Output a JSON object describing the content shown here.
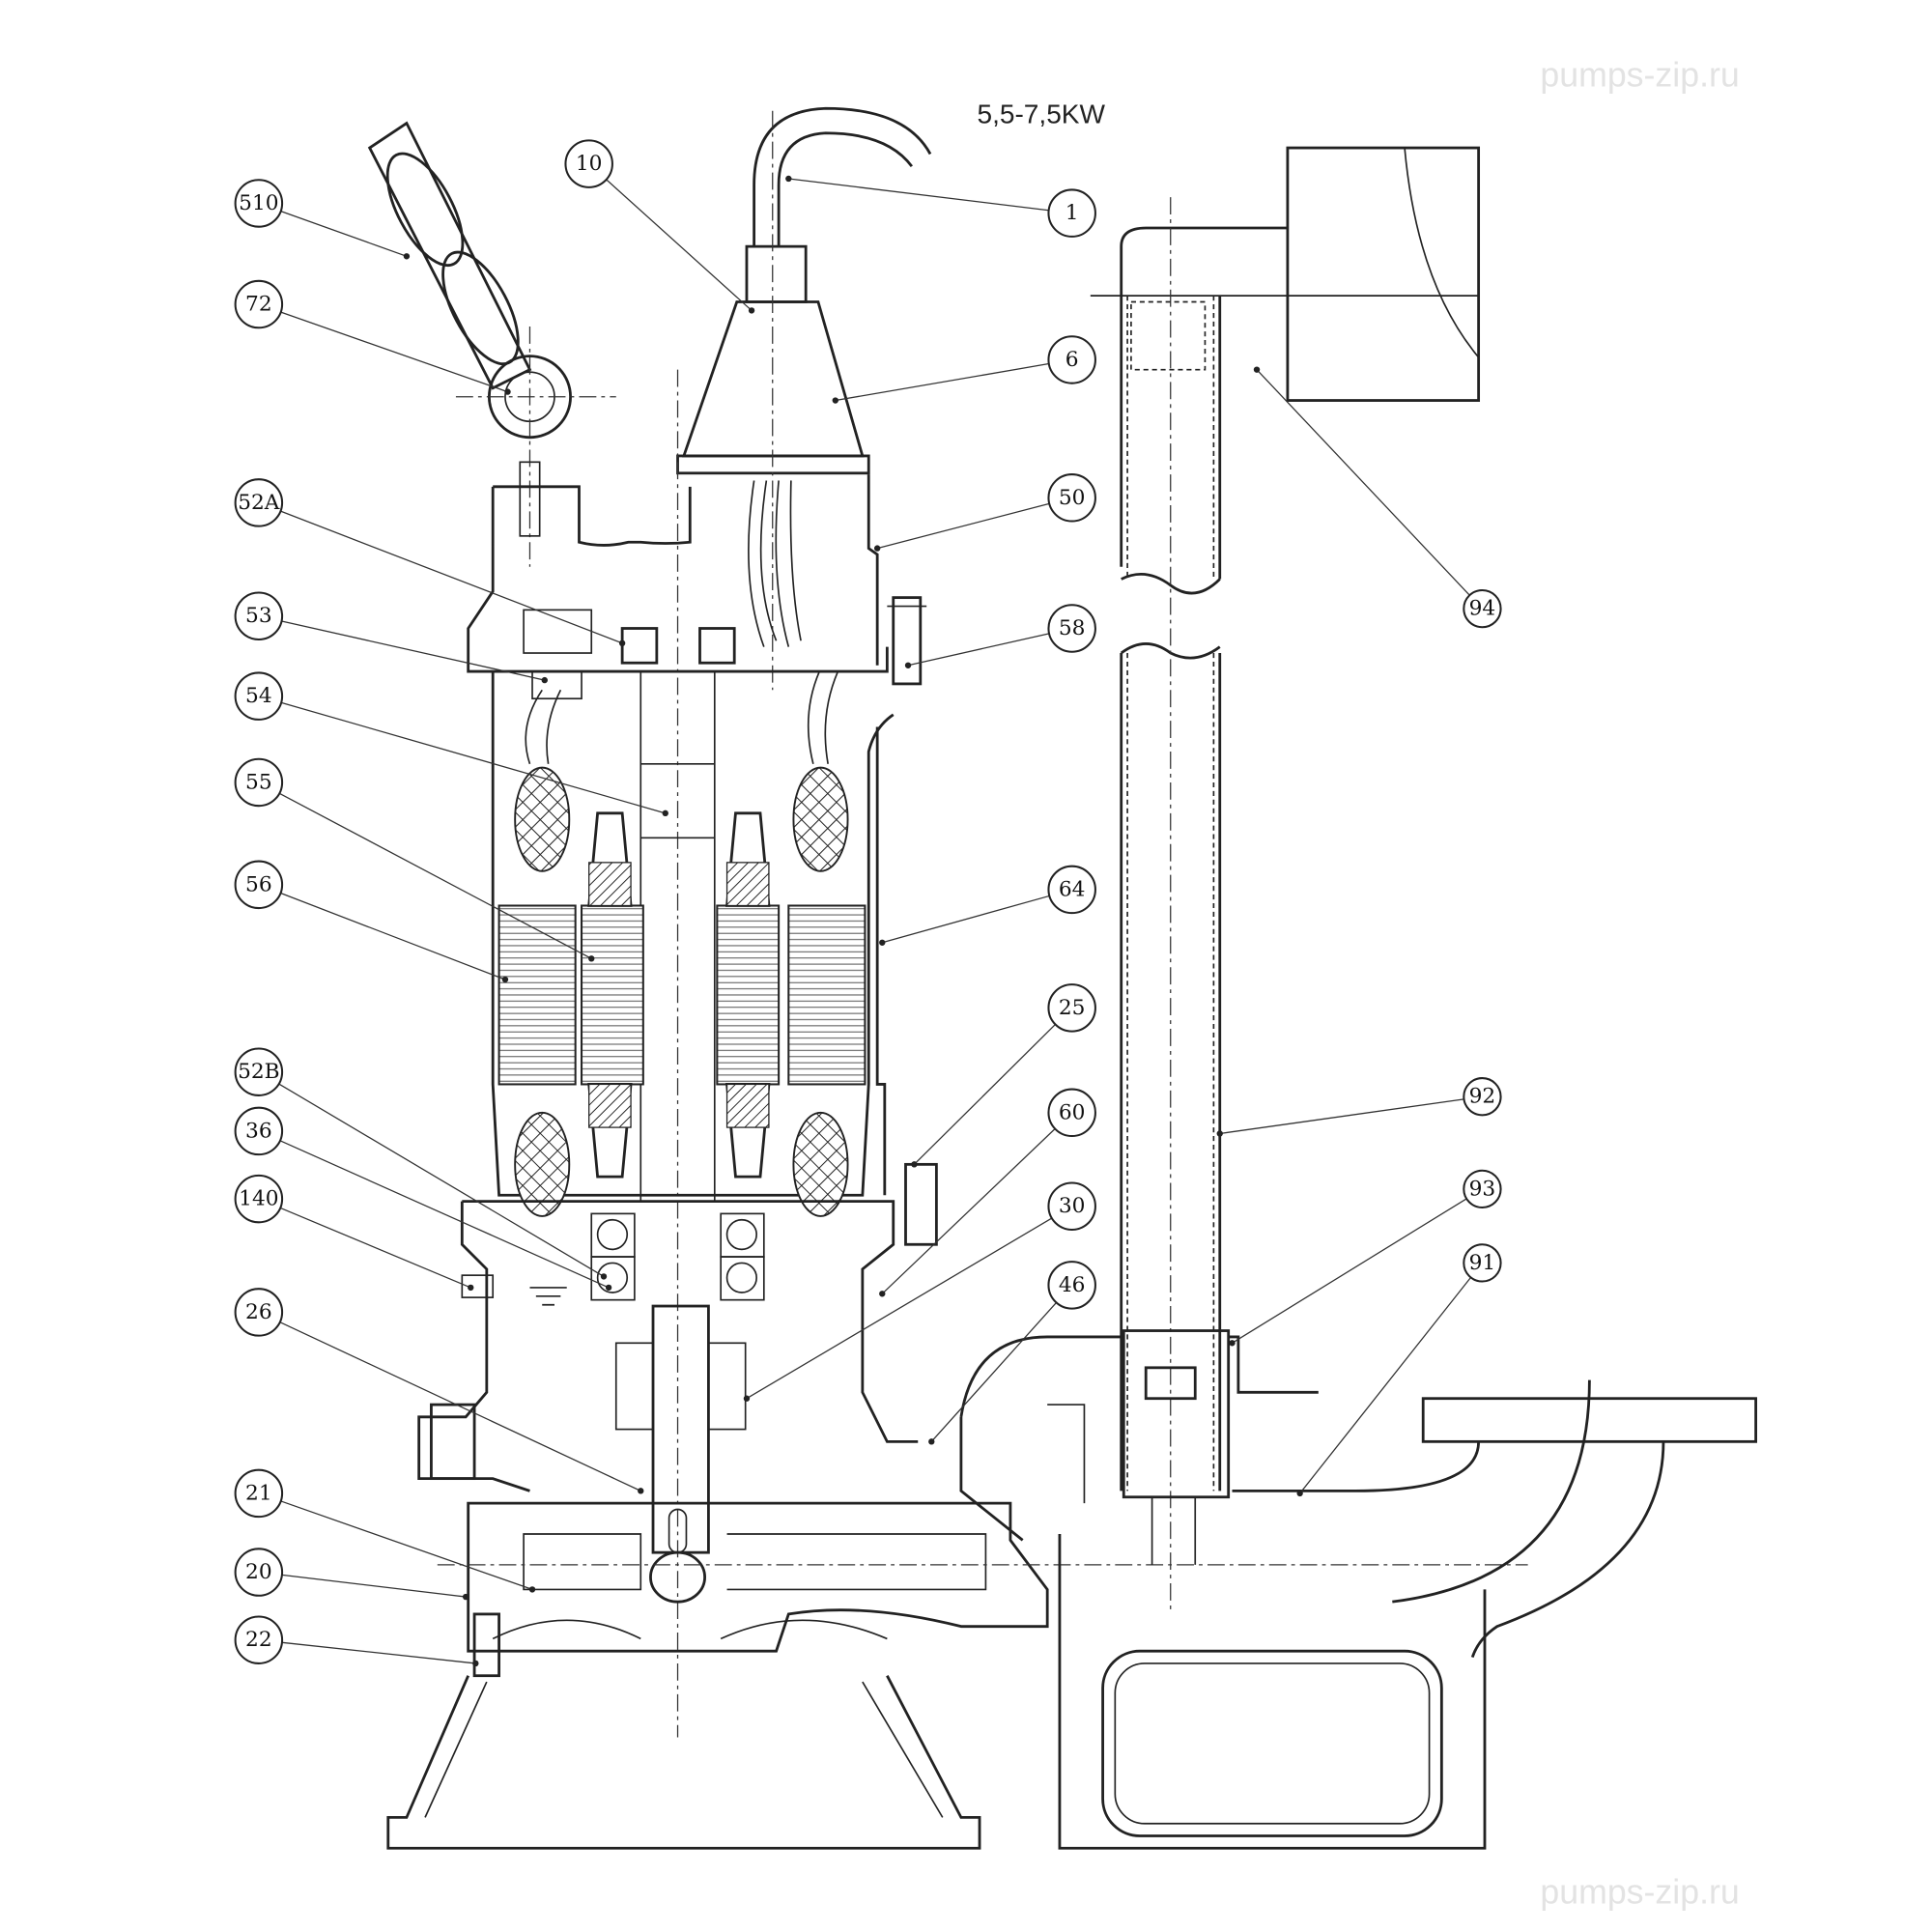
{
  "title": "5,5-7,5KW",
  "watermark": "pumps-zip.ru",
  "colors": {
    "line": "#222222",
    "watermark": "#e3e3e3"
  },
  "callouts": [
    {
      "label": "510",
      "side": "left"
    },
    {
      "label": "72",
      "side": "left"
    },
    {
      "label": "52A",
      "side": "left"
    },
    {
      "label": "53",
      "side": "left"
    },
    {
      "label": "54",
      "side": "left"
    },
    {
      "label": "55",
      "side": "left"
    },
    {
      "label": "56",
      "side": "left"
    },
    {
      "label": "52B",
      "side": "left"
    },
    {
      "label": "36",
      "side": "left"
    },
    {
      "label": "140",
      "side": "left"
    },
    {
      "label": "26",
      "side": "left"
    },
    {
      "label": "21",
      "side": "left"
    },
    {
      "label": "20",
      "side": "left"
    },
    {
      "label": "22",
      "side": "left"
    },
    {
      "label": "10",
      "side": "top"
    },
    {
      "label": "1",
      "side": "right"
    },
    {
      "label": "6",
      "side": "right"
    },
    {
      "label": "50",
      "side": "right"
    },
    {
      "label": "58",
      "side": "right"
    },
    {
      "label": "64",
      "side": "right"
    },
    {
      "label": "25",
      "side": "right"
    },
    {
      "label": "60",
      "side": "right"
    },
    {
      "label": "30",
      "side": "right"
    },
    {
      "label": "46",
      "side": "right"
    },
    {
      "label": "94",
      "side": "far-right"
    },
    {
      "label": "92",
      "side": "far-right"
    },
    {
      "label": "93",
      "side": "far-right"
    },
    {
      "label": "91",
      "side": "far-right"
    }
  ]
}
